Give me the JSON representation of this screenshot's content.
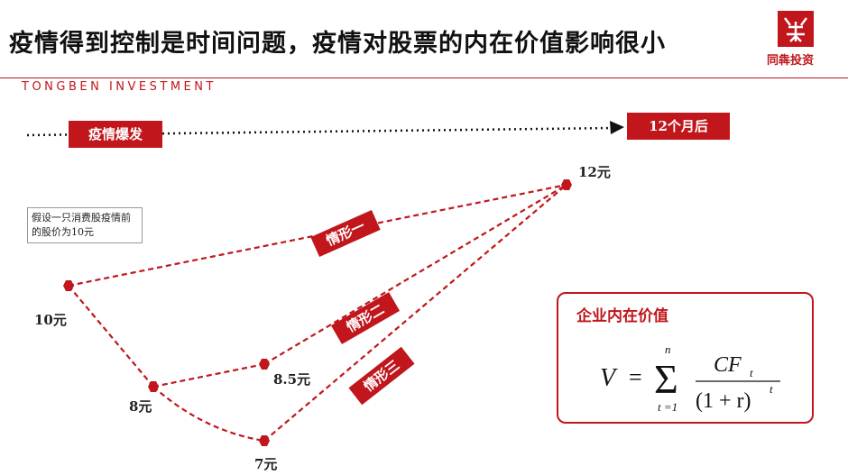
{
  "header": {
    "title": "疫情得到控制是时间问题，疫情对股票的内在价值影响很小",
    "company_cn": "同犇投资",
    "company_en": "TONGBEN INVESTMENT"
  },
  "timeline": {
    "start_label": "疫情爆发",
    "end_label": "12个月后"
  },
  "note": "假设一只消费股疫情前的股价为10元",
  "prices": {
    "start": "10元",
    "p12": "12元",
    "p8": "8元",
    "p85": "8.5元",
    "p7": "7元"
  },
  "scenarios": [
    "情形一",
    "情形二",
    "情形三"
  ],
  "formula": {
    "title": "企业内在价值",
    "lhs": "V",
    "eq": "=",
    "sum_top": "n",
    "sum_bottom": "t =1",
    "numerator": "CF",
    "numerator_sub": "t",
    "denominator": "(1 + r)",
    "denominator_sup": "t"
  },
  "colors": {
    "accent": "#c0161c"
  }
}
